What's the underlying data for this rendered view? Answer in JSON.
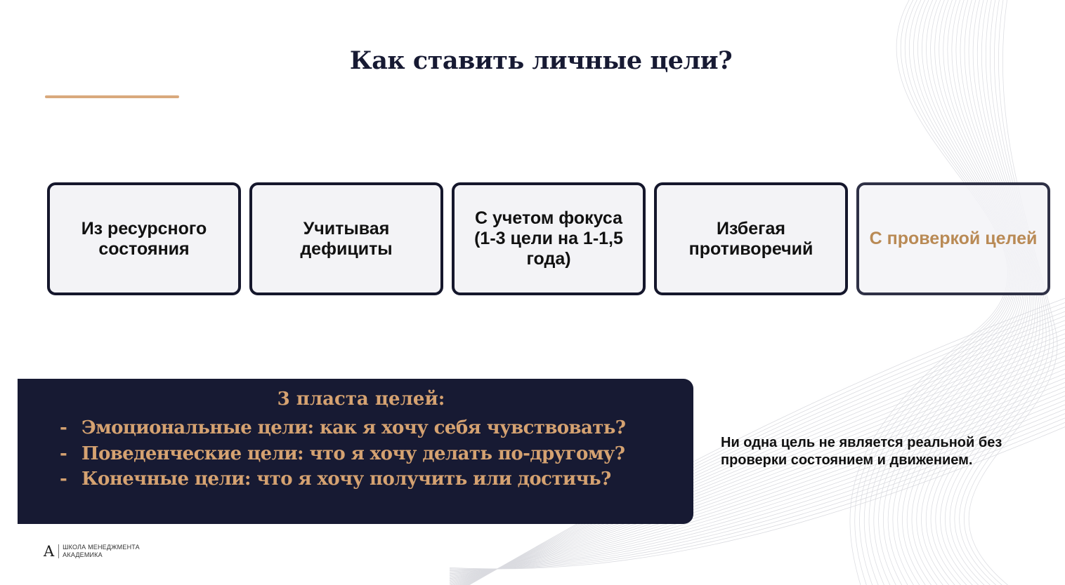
{
  "slide": {
    "title": "Как ставить личные цели?",
    "accent_color": "#d9a97c",
    "dark_color": "#171a33"
  },
  "steps": [
    {
      "label": "Из ресурсного состояния"
    },
    {
      "label": "Учитывая дефициты"
    },
    {
      "label": "С учетом фокуса (1-3 цели на 1-1,5 года)"
    },
    {
      "label": "Избегая противоречий"
    },
    {
      "label": "С проверкой целей",
      "highlight_color": "#b98a55"
    }
  ],
  "layers_box": {
    "title": "3 пласта целей:",
    "items": [
      "Эмоциональные цели: как я хочу себя чувствовать?",
      "Поведенческие цели: что я хочу делать по-другому?",
      "Конечные цели: что я хочу получить или достичь?"
    ],
    "bullet": "-",
    "text_color": "#d5a271"
  },
  "note": "Ни одна цель не является реальной без проверки состоянием и движением.",
  "brand": {
    "mark": "A",
    "line1": "ШКОЛА МЕНЕДЖМЕНТА",
    "line2": "АКАДЕМИКА"
  }
}
